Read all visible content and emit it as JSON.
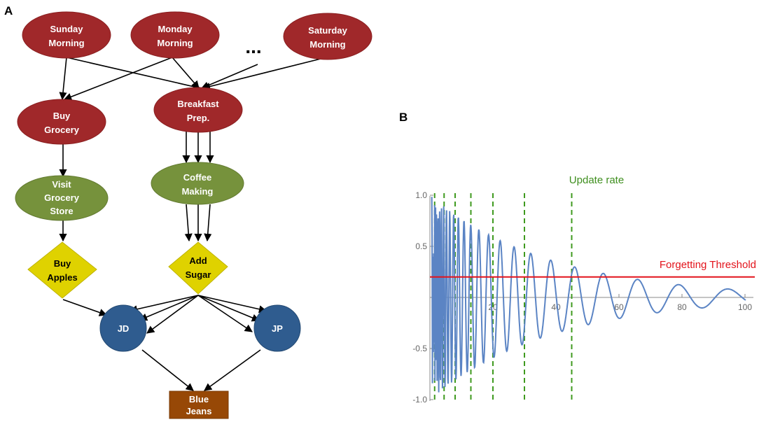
{
  "panel_a": {
    "label": "A",
    "nodes": {
      "sunday_morning": [
        "Sunday",
        "Morning"
      ],
      "monday_morning": [
        "Monday",
        "Morning"
      ],
      "ellipsis": "...",
      "saturday_morning": [
        "Saturday",
        "Morning"
      ],
      "buy_grocery": [
        "Buy",
        "Grocery"
      ],
      "breakfast_prep": [
        "Breakfast",
        "Prep."
      ],
      "visit_grocery_store": [
        "Visit",
        "Grocery",
        "Store"
      ],
      "coffee_making": [
        "Coffee",
        "Making"
      ],
      "buy_apples": [
        "Buy",
        "Apples"
      ],
      "add_sugar": [
        "Add",
        "Sugar"
      ],
      "jd": "JD",
      "jp": "JP",
      "blue_jeans": [
        "Blue",
        "Jeans"
      ]
    },
    "colors": {
      "red_node": "#a0282a",
      "green_node": "#76923c",
      "yellow_node": "#dfd200",
      "blue_node": "#2f5c8f",
      "brown_node": "#974806"
    }
  },
  "panel_b": {
    "label": "B",
    "chart_data": {
      "type": "line",
      "title": "",
      "xlabel": "",
      "ylabel": "",
      "xlim": [
        0,
        100
      ],
      "ylim": [
        -1.0,
        1.0
      ],
      "x_ticks": [
        "20",
        "40",
        "60",
        "80",
        "100"
      ],
      "y_ticks": [
        "1.0",
        "0.5",
        "-0.5",
        "-1.0"
      ],
      "series": [
        {
          "color": "#5b84c4",
          "description_function": "damped oscillation, period grows with x"
        }
      ],
      "threshold": {
        "label": "Forgetting Threshold",
        "value": 0.2,
        "color": "#e3131b"
      },
      "update_rate": {
        "label": "Update rate",
        "x_positions": [
          1.5,
          4.5,
          8,
          13,
          20,
          30,
          45
        ],
        "color": "#3f9a1f"
      }
    }
  }
}
